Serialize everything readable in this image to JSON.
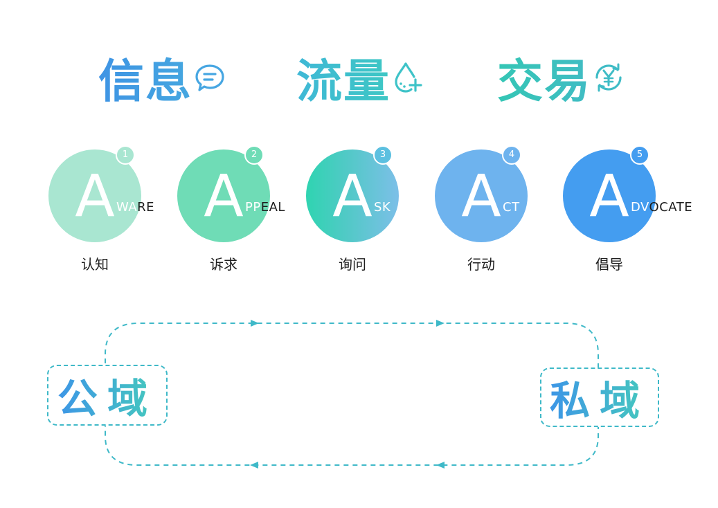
{
  "headings": [
    {
      "text": "信息",
      "icon": "chat-bubble-icon"
    },
    {
      "text": "流量",
      "icon": "water-drop-plus-icon"
    },
    {
      "text": "交易",
      "icon": "yen-cycle-icon"
    }
  ],
  "stages": [
    {
      "number": "1",
      "letter": "A",
      "rest_inside": "WA",
      "rest_outside": "RE",
      "caption": "认知"
    },
    {
      "number": "2",
      "letter": "A",
      "rest_inside": "PP",
      "rest_outside": "EAL",
      "caption": "诉求"
    },
    {
      "number": "3",
      "letter": "A",
      "rest_inside": "SK",
      "rest_outside": "",
      "caption": "询问"
    },
    {
      "number": "4",
      "letter": "A",
      "rest_inside": "CT",
      "rest_outside": "",
      "caption": "行动"
    },
    {
      "number": "5",
      "letter": "A",
      "rest_inside": "DV",
      "rest_outside": "OCATE",
      "caption": "倡导"
    }
  ],
  "loop": {
    "public_domain": "公域",
    "private_domain": "私域",
    "line_color": "#3fb9c8"
  },
  "colors": {
    "aware": "#a9e6d1",
    "appeal": "#6fdcb6",
    "ask": "#5cc0e0",
    "act": "#6eb3ee",
    "advocate": "#449df0"
  }
}
